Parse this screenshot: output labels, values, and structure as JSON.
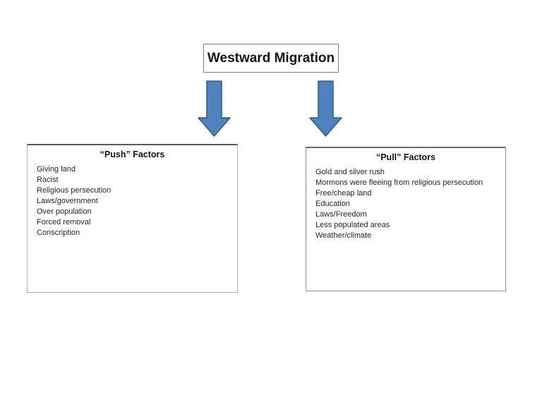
{
  "diagram": {
    "title": "Westward Migration",
    "push": {
      "header": "“Push” Factors",
      "items": [
        "Giving land",
        "Racist",
        "Religious persecution",
        "Laws/government",
        "Over population",
        "Forced removal",
        "Conscription"
      ]
    },
    "pull": {
      "header": "“Pull” Factors",
      "items": [
        "Gold and silver rush",
        "Mormons were fleeing from religious persecution",
        "Free/cheap land",
        "Education",
        "Laws/Freedom",
        "Less populated areas",
        "Weather/climate"
      ]
    },
    "colors": {
      "arrow_fill": "#4f81bd",
      "arrow_border": "#2e5c8a",
      "title_box_border": "#7f7f7f",
      "push_box_top_border": "#595959",
      "push_box_border": "#ababab",
      "pull_box_top_border": "#6b6b6b",
      "pull_box_border": "#8f8f8f",
      "text": "#262626",
      "background": "#ffffff"
    }
  }
}
